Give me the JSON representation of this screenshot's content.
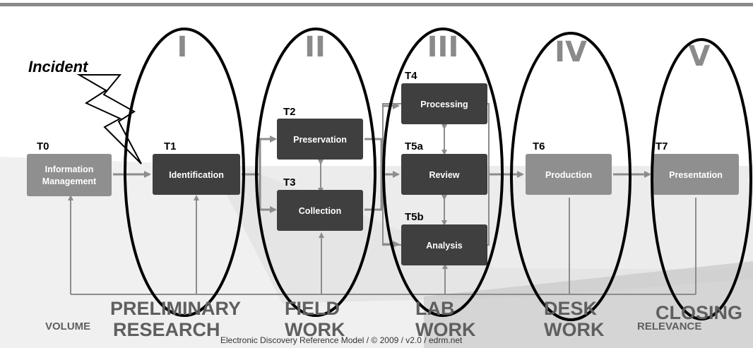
{
  "incident_label": "Incident",
  "phases_roman": [
    "I",
    "II",
    "III",
    "IV",
    "V"
  ],
  "stage_tags": {
    "t0": "T0",
    "t1": "T1",
    "t2": "T2",
    "t3": "T3",
    "t4": "T4",
    "t5a": "T5a",
    "t5b": "T5b",
    "t6": "T6",
    "t7": "T7"
  },
  "boxes": {
    "info_mgmt_line1": "Information",
    "info_mgmt_line2": "Management",
    "identification": "Identification",
    "preservation": "Preservation",
    "collection": "Collection",
    "processing": "Processing",
    "review": "Review",
    "analysis": "Analysis",
    "production": "Production",
    "presentation": "Presentation"
  },
  "bottom_labels": {
    "volume": "VOLUME",
    "preliminary_line1": "PRELIMINARY",
    "preliminary_line2": "RESEARCH",
    "field_line1": "FIELD",
    "field_line2": "WORK",
    "lab_line1": "LAB",
    "lab_line2": "WORK",
    "desk_line1": "DESK",
    "desk_line2": "WORK",
    "closing": "CLOSING",
    "relevance": "RELEVANCE"
  },
  "footer": "Electronic Discovery Reference Model / © 2009 / v2.0 / edrm.net",
  "colors": {
    "box_dark": "#3f3f3f",
    "box_light": "#8f8f8f",
    "roman": "#8a8a8a",
    "phase_text": "#5f5f5f",
    "arrow": "#8c8c8c"
  }
}
